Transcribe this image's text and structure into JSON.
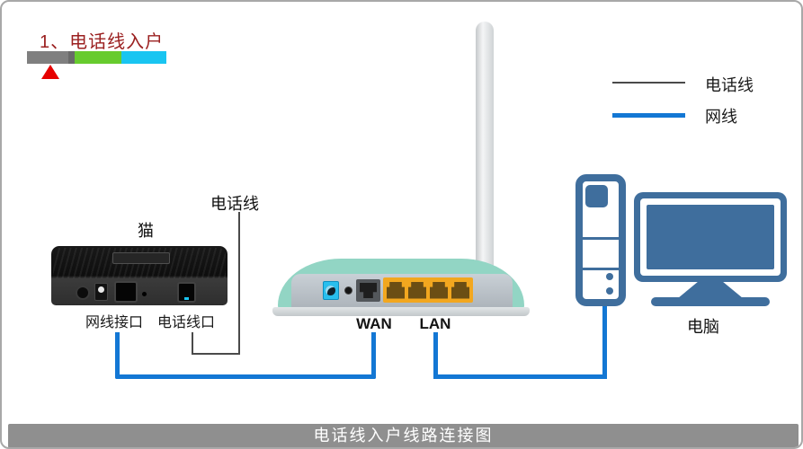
{
  "diagram": {
    "step": {
      "label": "1、电话线入户"
    },
    "legend": {
      "phone_line": "电话线",
      "network_cable": "网线"
    },
    "modem": {
      "label": "猫",
      "incoming_line_label": "电话线",
      "port_labels": {
        "network": "网线接口",
        "phone": "电话线口"
      }
    },
    "router": {
      "wan": "WAN",
      "lan": "LAN"
    },
    "computer": {
      "label": "电脑"
    },
    "caption": "电话线入户线路连接图",
    "colors": {
      "step_title": "#9b2020",
      "progress_gray": "#7f7f7f",
      "progress_green": "#67cb2e",
      "progress_cyan": "#19c5f1",
      "marker_red": "#e60000",
      "phone_line": "#4a4a4a",
      "network_cable": "#1377d4",
      "router_shell_teal": "#92d5c4",
      "router_panel_gray": "#b0b7bd",
      "lan_port_orange": "#f2a71f",
      "power_port_cyan": "#29bfee",
      "computer_blue": "#3f6e9d",
      "caption_bar_gray": "#8f8f8f"
    }
  }
}
